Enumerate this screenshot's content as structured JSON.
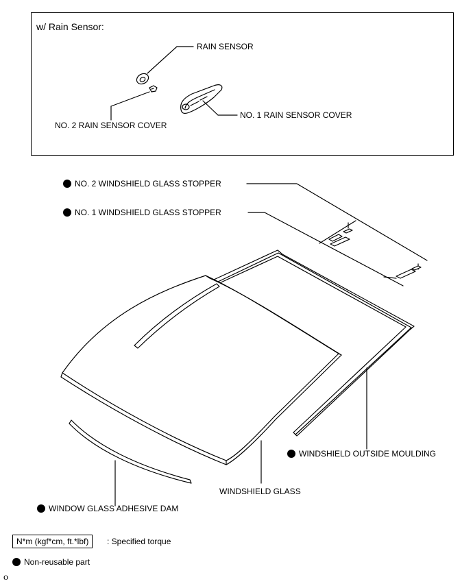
{
  "inset": {
    "title": "w/ Rain Sensor:"
  },
  "labels": {
    "rain_sensor": "RAIN SENSOR",
    "no2_rain_sensor_cover": "NO. 2 RAIN SENSOR COVER",
    "no1_rain_sensor_cover": "NO. 1 RAIN SENSOR COVER",
    "no2_windshield_glass_stopper": "NO. 2 WINDSHIELD GLASS STOPPER",
    "no1_windshield_glass_stopper": "NO. 1 WINDSHIELD GLASS STOPPER",
    "windshield_outside_moulding": "WINDSHIELD OUTSIDE MOULDING",
    "windshield_glass": "WINDSHIELD GLASS",
    "window_glass_adhesive_dam": "WINDOW GLASS ADHESIVE DAM"
  },
  "legend": {
    "torque_box": "N*m (kgf*cm, ft.*lbf)",
    "torque_text": ": Specified torque",
    "nonreusable_text": "Non-reusable part"
  },
  "footer": {
    "code": "o"
  },
  "colors": {
    "line": "#000000",
    "background": "#ffffff",
    "glass_shadow": "#d9d9d9"
  }
}
